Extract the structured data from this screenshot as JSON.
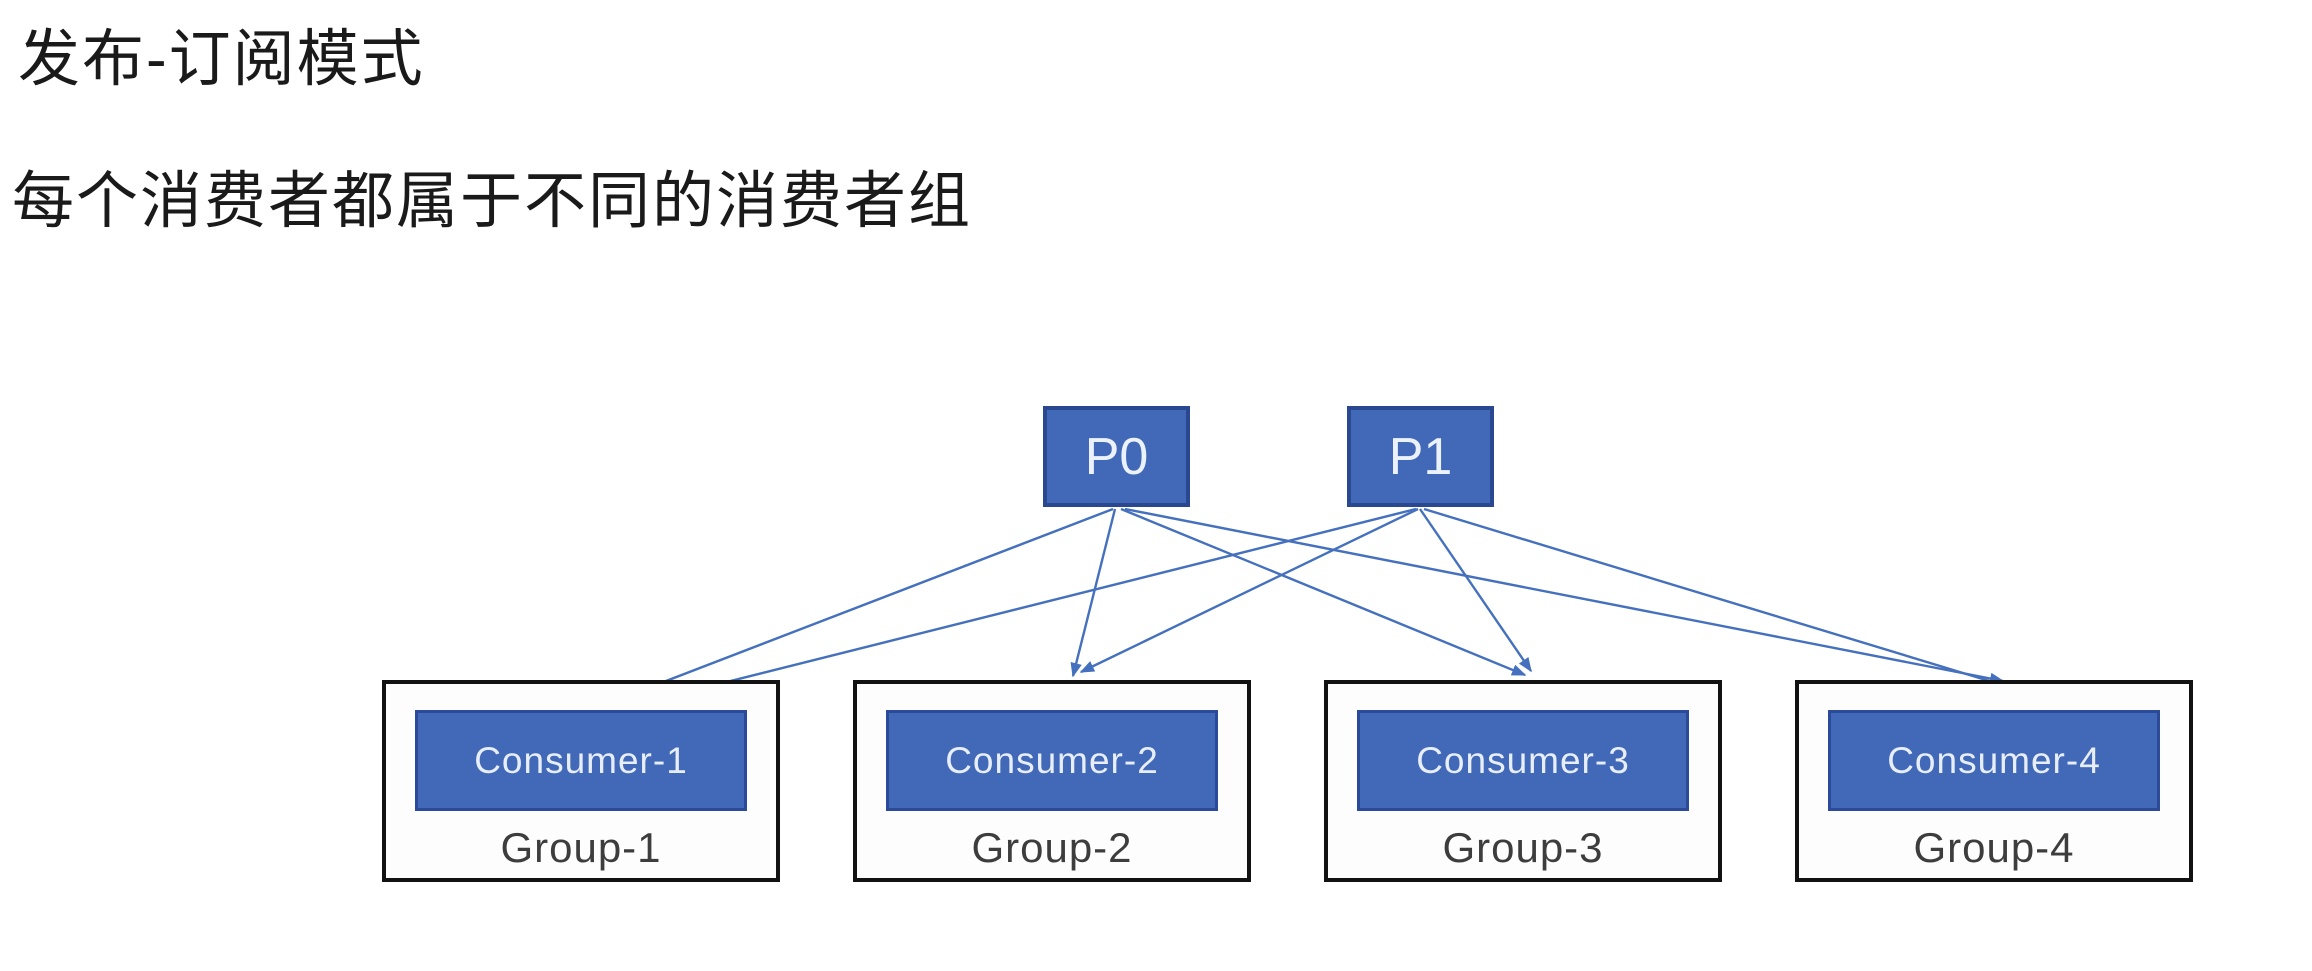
{
  "page": {
    "background": "#ffffff",
    "title": "发布-订阅模式",
    "subtitle": "每个消费者都属于不同的消费者组"
  },
  "diagram": {
    "partitions": [
      {
        "label": "P0"
      },
      {
        "label": "P1"
      }
    ],
    "groups": [
      {
        "consumer_label": "Consumer-1",
        "group_label": "Group-1"
      },
      {
        "consumer_label": "Consumer-2",
        "group_label": "Group-2"
      },
      {
        "consumer_label": "Consumer-3",
        "group_label": "Group-3"
      },
      {
        "consumer_label": "Consumer-4",
        "group_label": "Group-4"
      }
    ],
    "edges": [
      {
        "from": "P0",
        "to": "Consumer-1"
      },
      {
        "from": "P0",
        "to": "Consumer-2"
      },
      {
        "from": "P0",
        "to": "Consumer-3"
      },
      {
        "from": "P0",
        "to": "Consumer-4"
      },
      {
        "from": "P1",
        "to": "Consumer-1"
      },
      {
        "from": "P1",
        "to": "Consumer-2"
      },
      {
        "from": "P1",
        "to": "Consumer-3"
      },
      {
        "from": "P1",
        "to": "Consumer-4"
      }
    ],
    "colors": {
      "node_fill": "#4169B8",
      "node_border": "#2A4890",
      "node_text": "#ECF2FB",
      "arrow": "#4470BE",
      "group_border": "#121212",
      "group_text": "#3D3D3D",
      "heading_text": "#1A1A1A"
    }
  }
}
